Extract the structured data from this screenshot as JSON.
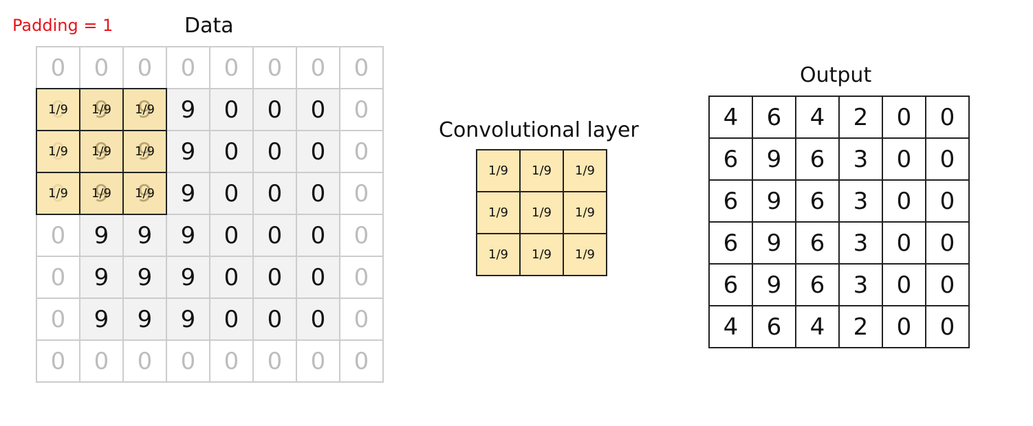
{
  "labels": {
    "padding": "Padding = 1",
    "data": "Data",
    "conv": "Convolutional layer",
    "output": "Output"
  },
  "colors": {
    "padding_label": "#e8141b",
    "padding_cells": "#bdbdbd",
    "kernel_fill": "#fde9b4",
    "inner_fill": "#f2f2f2"
  },
  "data_grid": [
    [
      "0",
      "0",
      "0",
      "0",
      "0",
      "0",
      "0",
      "0"
    ],
    [
      "0",
      "9",
      "9",
      "9",
      "0",
      "0",
      "0",
      "0"
    ],
    [
      "0",
      "9",
      "9",
      "9",
      "0",
      "0",
      "0",
      "0"
    ],
    [
      "0",
      "9",
      "9",
      "9",
      "0",
      "0",
      "0",
      "0"
    ],
    [
      "0",
      "9",
      "9",
      "9",
      "0",
      "0",
      "0",
      "0"
    ],
    [
      "0",
      "9",
      "9",
      "9",
      "0",
      "0",
      "0",
      "0"
    ],
    [
      "0",
      "9",
      "9",
      "9",
      "0",
      "0",
      "0",
      "0"
    ],
    [
      "0",
      "0",
      "0",
      "0",
      "0",
      "0",
      "0",
      "0"
    ]
  ],
  "kernel": [
    [
      "1/9",
      "1/9",
      "1/9"
    ],
    [
      "1/9",
      "1/9",
      "1/9"
    ],
    [
      "1/9",
      "1/9",
      "1/9"
    ]
  ],
  "output_grid": [
    [
      "4",
      "6",
      "4",
      "2",
      "0",
      "0"
    ],
    [
      "6",
      "9",
      "6",
      "3",
      "0",
      "0"
    ],
    [
      "6",
      "9",
      "6",
      "3",
      "0",
      "0"
    ],
    [
      "6",
      "9",
      "6",
      "3",
      "0",
      "0"
    ],
    [
      "6",
      "9",
      "6",
      "3",
      "0",
      "0"
    ],
    [
      "4",
      "6",
      "4",
      "2",
      "0",
      "0"
    ]
  ]
}
